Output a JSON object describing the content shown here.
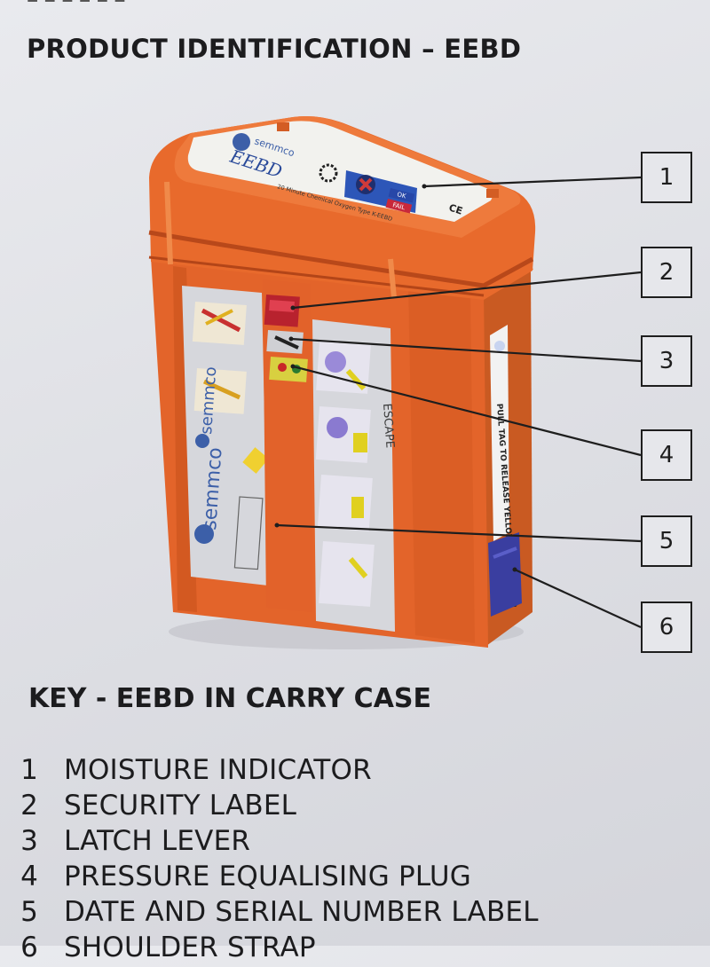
{
  "document": {
    "title": "PRODUCT IDENTIFICATION – EEBD",
    "key_title": "KEY - EEBD IN CARRY CASE"
  },
  "device": {
    "top_label_brand": "semmco",
    "top_label_model": "EEBD",
    "top_label_ok": "OK",
    "top_label_fail": "FAIL",
    "top_label_ce": "CE",
    "top_label_desc": "20 Minute Chemical Oxygen Type K-EEBD",
    "front_label_brand": "semmco",
    "side_label_text": "ESCAPE",
    "strap_tag_text": "PULL TAG TO RELEASE YELLOW CARRY STRAP"
  },
  "callouts": [
    "1",
    "2",
    "3",
    "4",
    "5",
    "6"
  ],
  "key": [
    {
      "num": "1",
      "label": "MOISTURE INDICATOR"
    },
    {
      "num": "2",
      "label": "SECURITY LABEL"
    },
    {
      "num": "3",
      "label": "LATCH LEVER"
    },
    {
      "num": "4",
      "label": "PRESSURE EQUALISING PLUG"
    },
    {
      "num": "5",
      "label": "DATE AND SERIAL NUMBER LABEL"
    },
    {
      "num": "6",
      "label": "SHOULDER STRAP"
    }
  ],
  "colors": {
    "case_orange": "#e8692c",
    "case_dark": "#c4501c",
    "strap_blue": "#3a3ea0",
    "ok_blue": "#2747a8",
    "fail_red": "#c8283a"
  }
}
